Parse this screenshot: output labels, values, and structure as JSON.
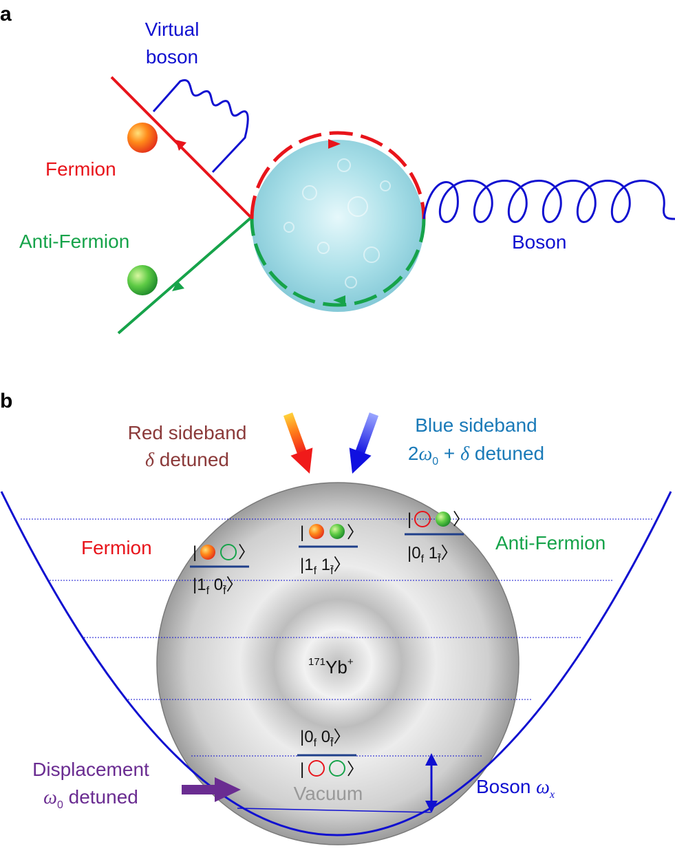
{
  "panels": {
    "a": "a",
    "b": "b"
  },
  "panel_a": {
    "virtual_boson_line1": "Virtual",
    "virtual_boson_line2": "boson",
    "fermion": "Fermion",
    "anti_fermion": "Anti-Fermion",
    "boson": "Boson"
  },
  "panel_b": {
    "red_sideband_line1": "Red sideband",
    "red_sideband_symbol": "δ",
    "red_sideband_word": " detuned",
    "blue_sideband_line1": "Blue sideband",
    "blue_sideband_prefix": "2",
    "blue_sideband_omega": "ω",
    "blue_sideband_omega_sub": "0",
    "blue_sideband_plus": " + ",
    "blue_sideband_delta": "δ",
    "blue_sideband_word": " detuned",
    "fermion": "Fermion",
    "anti_fermion": "Anti-Fermion",
    "ion_mass": "171",
    "ion_symbol": "Yb",
    "ion_charge": "+",
    "displacement_line1": "Displacement",
    "displacement_omega": "ω",
    "displacement_omega_sub": "0",
    "displacement_word": " detuned",
    "vacuum": "Vacuum",
    "boson_word": "Boson ",
    "boson_omega": "ω",
    "boson_omega_sub": "x",
    "states": {
      "fermion_state": {
        "n1": "1",
        "s1": "f",
        "n2": "0",
        "s2": "f̄"
      },
      "pair_state": {
        "n1": "1",
        "s1": "f",
        "n2": "1",
        "s2": "f̄"
      },
      "antifermion_state": {
        "n1": "0",
        "s1": "f",
        "n2": "1",
        "s2": "f̄"
      },
      "vacuum_state": {
        "n1": "0",
        "s1": "f",
        "n2": "0",
        "s2": "f̄"
      }
    }
  },
  "colors": {
    "red": "#e8141b",
    "green": "#16a34a",
    "blue": "#1010d0",
    "purple": "#6a2c91",
    "dark_red": "#8b3a3a",
    "teal_blue": "#1a7ab8",
    "gray": "#999999"
  }
}
